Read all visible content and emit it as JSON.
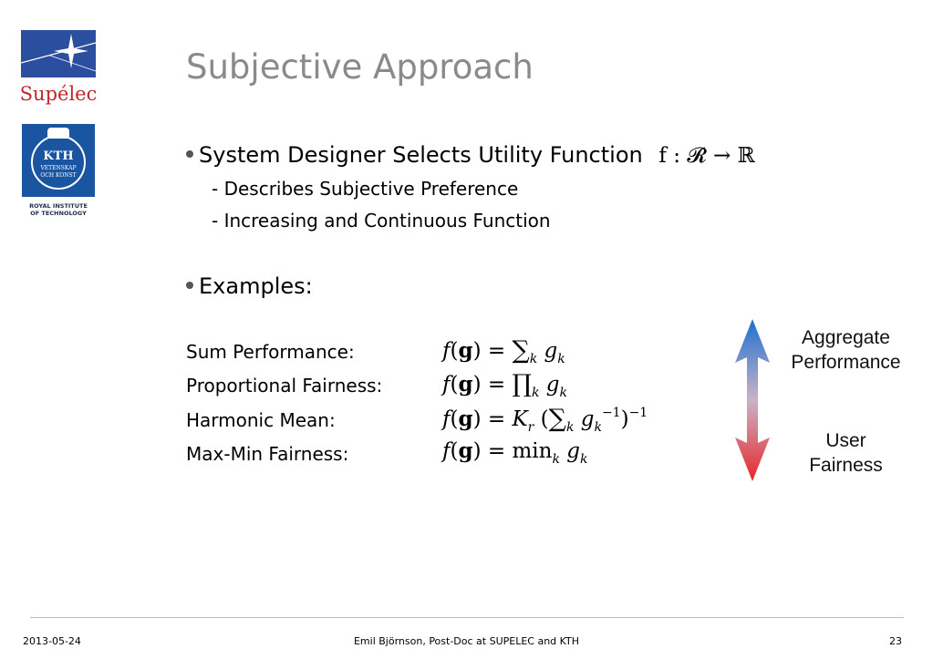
{
  "logos": {
    "supelec": "Supélec",
    "kth_emblem": "KTH",
    "kth_motto_1": "VETENSKAP",
    "kth_motto_2": "OCH KONST",
    "kth_caption_1": "ROYAL INSTITUTE",
    "kth_caption_2": "OF TECHNOLOGY"
  },
  "title": "Subjective Approach",
  "bullets": [
    {
      "text": "System Designer Selects Utility Function",
      "math": "f : 𝓡 → ℝ",
      "sub": [
        "- Describes Subjective Preference",
        "- Increasing and Continuous Function"
      ]
    },
    {
      "text": "Examples:"
    }
  ],
  "examples": [
    {
      "label": "Sum Performance:",
      "op": "∑",
      "expr": "g"
    },
    {
      "label": "Proportional Fairness:",
      "op": "∏",
      "expr": "g"
    },
    {
      "label": "Harmonic Mean:",
      "op": "∑",
      "expr": "g"
    },
    {
      "label": "Max-Min Fairness:",
      "op": "min",
      "expr": "g"
    }
  ],
  "arrow": {
    "top_label_1": "Aggregate",
    "top_label_2": "Performance",
    "bottom_label_1": "User",
    "bottom_label_2": "Fairness",
    "top_color": "#1f6fd0",
    "bottom_color": "#e8262b"
  },
  "footer": {
    "date": "2013-05-24",
    "author": "Emil Björnson, Post-Doc at SUPELEC and KTH",
    "page": "23"
  }
}
